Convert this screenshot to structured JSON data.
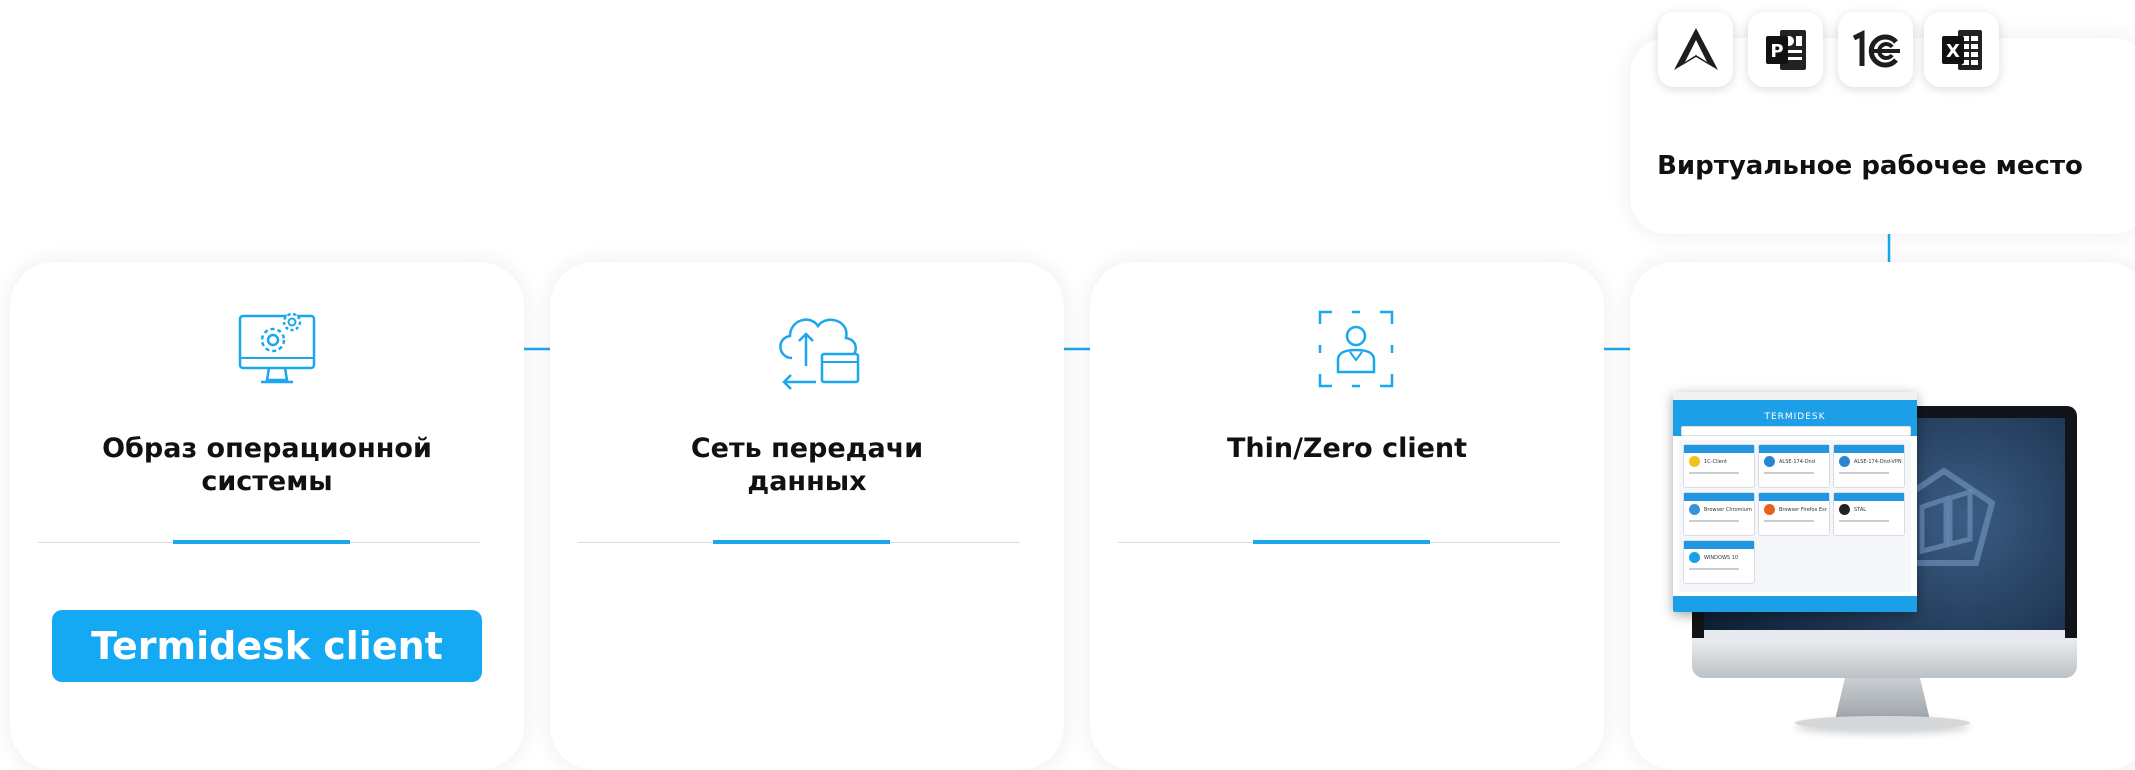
{
  "steps": [
    {
      "title_line1": "Образ операционной",
      "title_line2": "системы",
      "icon": "computer-settings-icon"
    },
    {
      "title_line1": "Сеть передачи",
      "title_line2": "данных",
      "icon": "cloud-network-icon"
    },
    {
      "title_line1": "Thin/Zero client",
      "title_line2": "",
      "icon": "user-focus-icon"
    }
  ],
  "client_button": {
    "label": "Termidesk client"
  },
  "virtual_workplace": {
    "title": "Виртуальное рабочее место",
    "apps": [
      "astra-linux-icon",
      "powerpoint-icon",
      "1c-icon",
      "excel-icon"
    ]
  },
  "monitor": {
    "logo": "TERMIDESK",
    "tiles": [
      "1C-Client",
      "ALSE-174-Dnd",
      "ALSE-174-Dnd-VPN",
      "Browser Chromium",
      "Browser Firefox Esr",
      "STAL",
      "WINDOWS 10"
    ]
  },
  "colors": {
    "accent": "#1aa7ee",
    "button": "#14a9f2",
    "line": "#1aa7ee",
    "text": "#111111"
  }
}
